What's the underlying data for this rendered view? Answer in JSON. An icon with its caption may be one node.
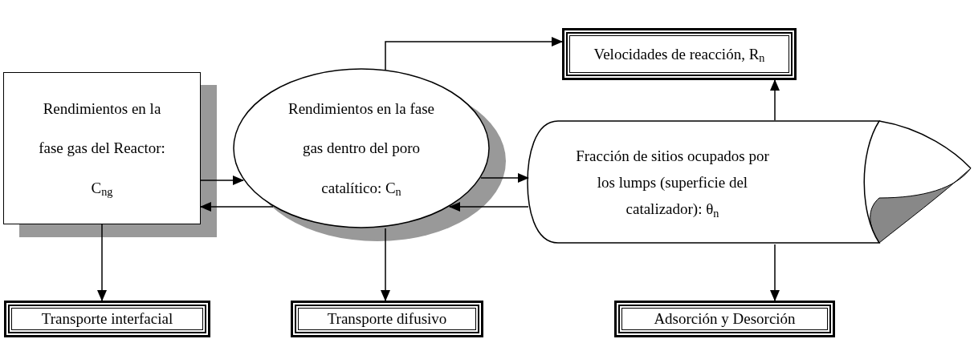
{
  "diagram": {
    "nodes": [
      {
        "text": [
          "Rendimientos en la fase gas del Reactor: C$_{ng}$"
        ]
      },
      {
        "text": [
          "Rendimientos en la fase gas dentro del poro catalítico: C$_{n}$"
        ]
      },
      {
        "text": [
          "Fracción de sitios ocupados por los lumps (superficie del catalizador): θ$_{n}$"
        ]
      },
      {
        "text": [
          "Velocidades de reacción, R$_{n}$"
        ]
      },
      {
        "text": [
          "Transporte interfacial"
        ]
      },
      {
        "text": [
          "Transporte difusivo"
        ]
      },
      {
        "text": [
          "Adsorción y Desorción"
        ]
      }
    ],
    "edges": [
      {
        "from": 0,
        "to": 1,
        "arrow": "to"
      },
      {
        "from": 1,
        "to": 0,
        "arrow": "to"
      },
      {
        "from": 1,
        "to": 2,
        "arrow": "to"
      },
      {
        "from": 2,
        "to": 1,
        "arrow": "to"
      },
      {
        "from": 1,
        "to": 3,
        "arrow": "to"
      },
      {
        "from": 2,
        "to": 3,
        "arrow": "to"
      },
      {
        "from": 0,
        "to": 4,
        "arrow": "to"
      },
      {
        "from": 1,
        "to": 5,
        "arrow": "to"
      },
      {
        "from": 2,
        "to": 6,
        "arrow": "to"
      }
    ]
  }
}
